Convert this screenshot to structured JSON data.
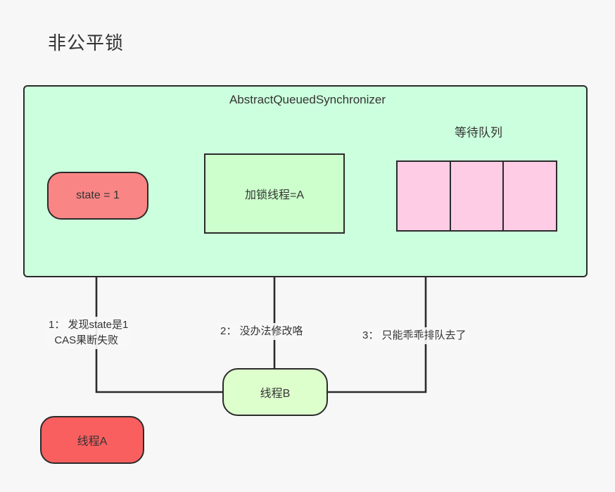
{
  "page": {
    "title": "非公平锁",
    "background_color": "#f7f7f7"
  },
  "aqs": {
    "title": "AbstractQueuedSynchronizer",
    "fill_color": "#ccffdd",
    "stroke_color": "#2b2b2b"
  },
  "state_node": {
    "label": "state = 1",
    "fill_color": "#fa8585"
  },
  "lock_node": {
    "label": "加锁线程=A",
    "fill_color": "#ccffcc"
  },
  "waiting_queue": {
    "title": "等待队列",
    "cell_fill_color": "#ffcce5",
    "cells": [
      "",
      "",
      ""
    ]
  },
  "notes": [
    {
      "id": "note-1",
      "text": "1： 发现state是1\n  CAS果断失败"
    },
    {
      "id": "note-2",
      "text": "2： 没办法修改咯"
    },
    {
      "id": "note-3",
      "text": "3： 只能乖乖排队去了"
    }
  ],
  "threads": {
    "thread_b": {
      "label": "线程B",
      "fill_color": "#ddffcc"
    },
    "thread_a": {
      "label": "线程A",
      "fill_color": "#fa5f5f"
    }
  },
  "connectors": [
    {
      "name": "thread-b-to-state",
      "from": "线程B",
      "to": "state = 1",
      "arrowhead": "up"
    },
    {
      "name": "thread-b-to-lock",
      "from": "线程B",
      "to": "加锁线程=A",
      "arrowhead": "up"
    },
    {
      "name": "thread-b-to-queue",
      "from": "线程B",
      "to": "等待队列",
      "arrowhead": "up"
    }
  ]
}
